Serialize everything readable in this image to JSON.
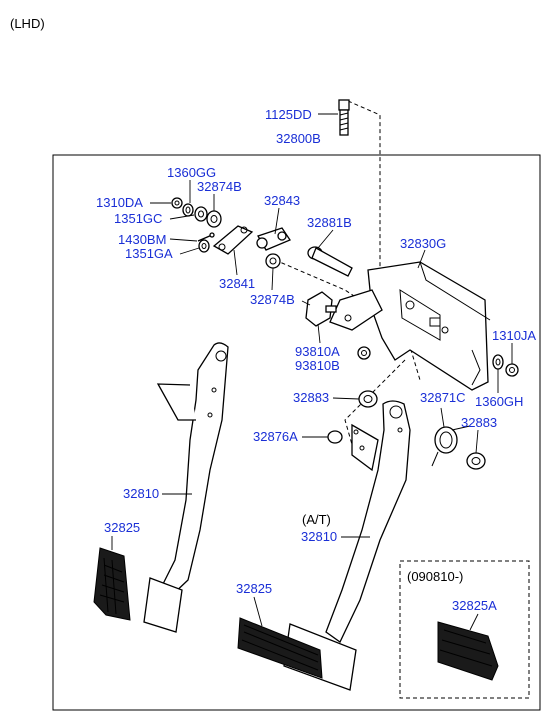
{
  "header": {
    "title": "(LHD)"
  },
  "labels": {
    "bolt": "1125DD",
    "assembly": "32800B",
    "nut_top": "1360GG",
    "bushing_left": "32874B",
    "nut_left": "1310DA",
    "washer_left": "1351GC",
    "pin": "1430BM",
    "washer_left2": "1351GA",
    "clevis": "32843",
    "bracket_small": "32841",
    "bushing_lower": "32874B",
    "shaft_bolt": "32881B",
    "bracket_main": "32830G",
    "nut_right": "1310JA",
    "nut_right2": "1360GH",
    "switch_a": "93810A",
    "switch_b": "93810B",
    "bushing_mid": "32883",
    "bushing_right": "32883",
    "spring": "32871C",
    "stopper": "32876A",
    "pedal_left": "32810",
    "pad_left": "32825",
    "at_note": "(A/T)",
    "pedal_right": "32810",
    "pad_right": "32825",
    "inset_date": "(090810-)",
    "pad_inset": "32825A"
  },
  "colors": {
    "label": "#1a2fd6",
    "line": "#000000",
    "background": "#ffffff"
  }
}
